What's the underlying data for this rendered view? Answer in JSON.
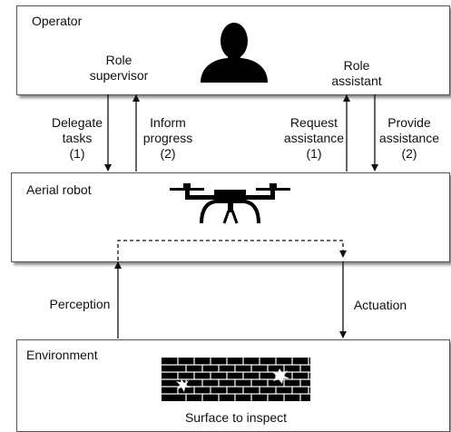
{
  "operator": {
    "title": "Operator",
    "role_supervisor": [
      "Role",
      "supervisor"
    ],
    "role_assistant": [
      "Role",
      "assistant"
    ]
  },
  "arrows": {
    "delegate": [
      "Delegate",
      "tasks",
      "(1)"
    ],
    "inform": [
      "Inform",
      "progress",
      "(2)"
    ],
    "request": [
      "Request",
      "assistance",
      "(1)"
    ],
    "provide": [
      "Provide",
      "assistance",
      "(2)"
    ],
    "perception": "Perception",
    "actuation": "Actuation"
  },
  "aerial_robot": {
    "title": "Aerial robot"
  },
  "environment": {
    "title": "Environment",
    "surface_label": "Surface to inspect"
  },
  "icons": {
    "operator": "person-silhouette-icon",
    "robot": "drone-icon",
    "surface": "brick-wall-icon"
  }
}
